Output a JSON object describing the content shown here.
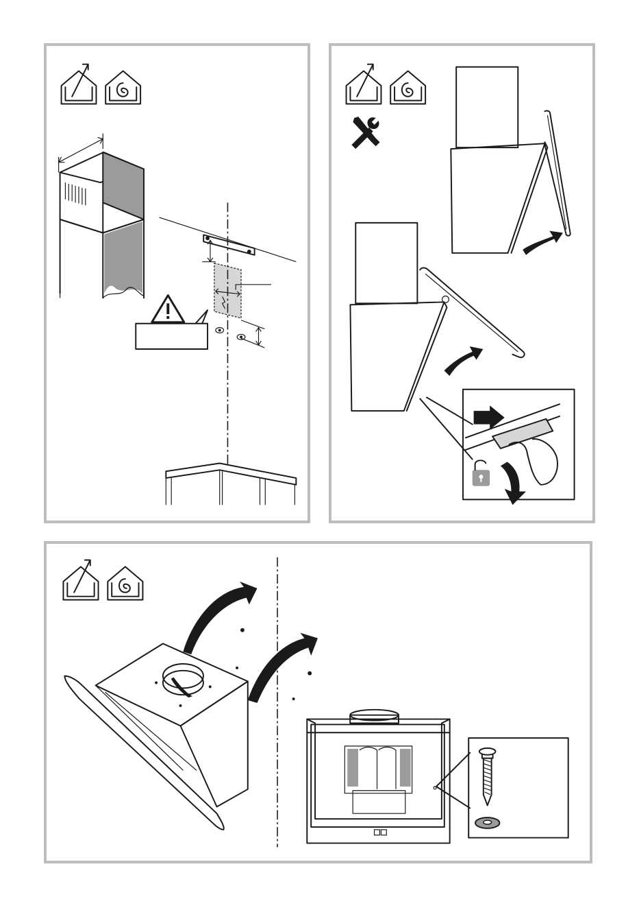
{
  "figure": {
    "panels": [
      {
        "id": "chimney-mounting",
        "icons": [
          "ducted-exhaust-house-icon",
          "recirculation-house-icon"
        ],
        "warning_icon": "warning-triangle-icon"
      },
      {
        "id": "open-glass-panel",
        "icons": [
          "ducted-exhaust-house-icon",
          "recirculation-house-icon",
          "tools-icon"
        ],
        "lock_icon": "unlock-padlock-icon"
      },
      {
        "id": "hang-hood-on-wall",
        "icons": [
          "ducted-exhaust-house-icon",
          "recirculation-house-icon"
        ],
        "detail": "screw-and-washer-icon"
      }
    ],
    "colors": {
      "frame": "#bdbdbd",
      "line": "#1a1a1a",
      "shade": "#9b9b9b",
      "light_shade": "#d6d6d6"
    }
  }
}
